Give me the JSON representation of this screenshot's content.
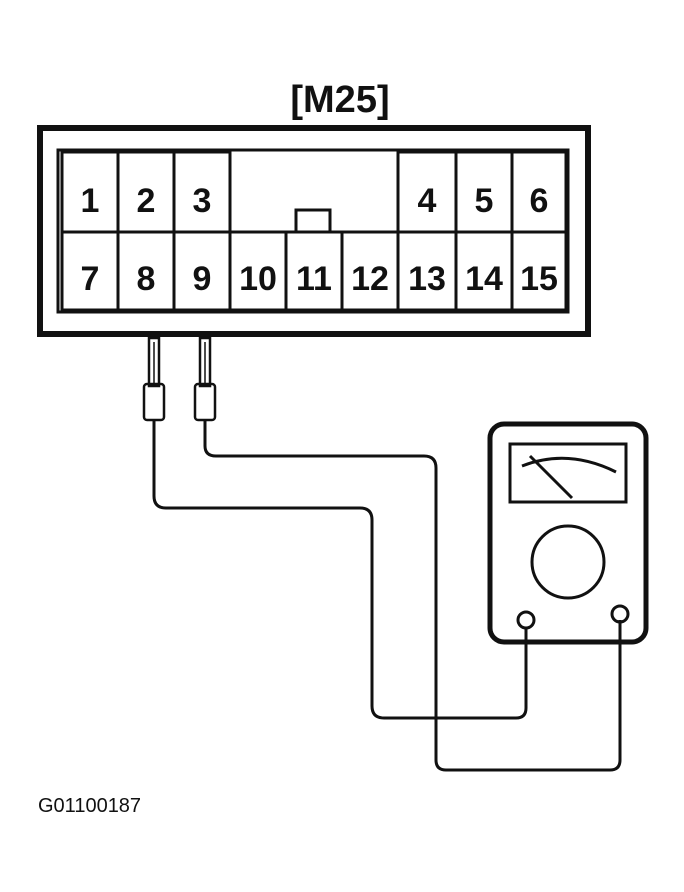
{
  "connector": {
    "title": "[M25]",
    "pins": [
      "1",
      "2",
      "3",
      "4",
      "5",
      "6",
      "7",
      "8",
      "9",
      "10",
      "11",
      "12",
      "13",
      "14",
      "15"
    ]
  },
  "figure_id": "G01100187"
}
